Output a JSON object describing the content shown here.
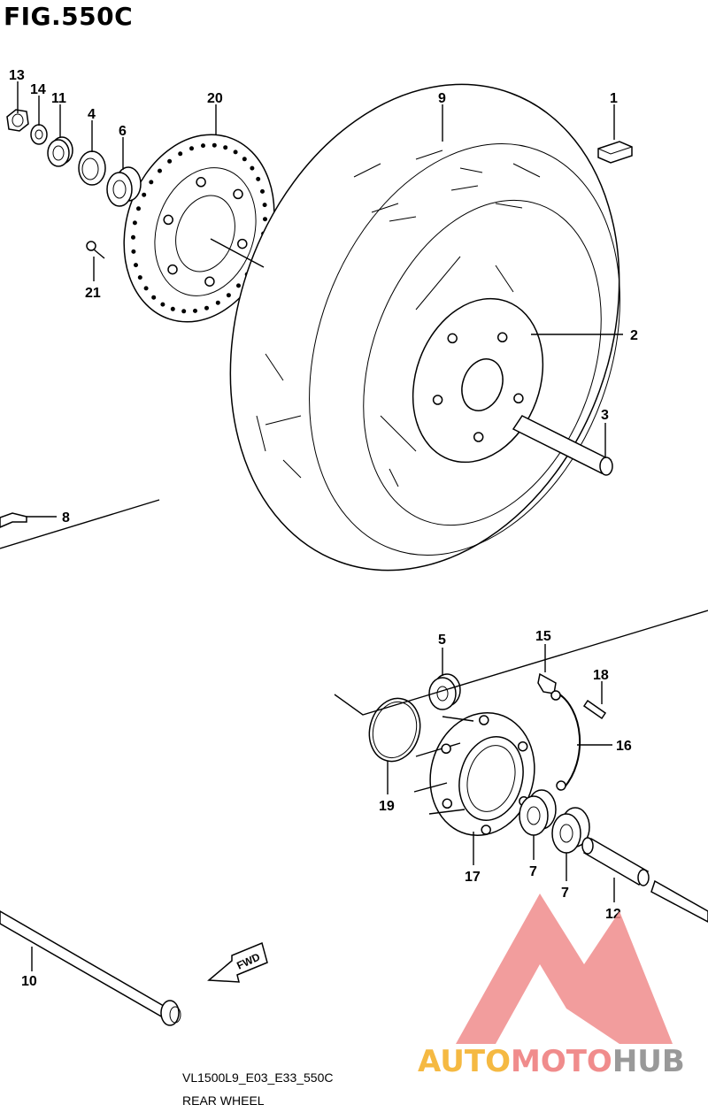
{
  "figure": {
    "title": "FIG.550C",
    "model_code": "VL1500L9_E03_E33_550C",
    "subtitle": "REAR WHEEL"
  },
  "fwd_label": "FWD",
  "callouts": [
    {
      "id": "c13",
      "label": "13"
    },
    {
      "id": "c14",
      "label": "14"
    },
    {
      "id": "c11",
      "label": "11"
    },
    {
      "id": "c4",
      "label": "4"
    },
    {
      "id": "c6",
      "label": "6"
    },
    {
      "id": "c20",
      "label": "20"
    },
    {
      "id": "c9",
      "label": "9"
    },
    {
      "id": "c1",
      "label": "1"
    },
    {
      "id": "c21",
      "label": "21"
    },
    {
      "id": "c2",
      "label": "2"
    },
    {
      "id": "c3",
      "label": "3"
    },
    {
      "id": "c8",
      "label": "8"
    },
    {
      "id": "c5",
      "label": "5"
    },
    {
      "id": "c15",
      "label": "15"
    },
    {
      "id": "c18",
      "label": "18"
    },
    {
      "id": "c16",
      "label": "16"
    },
    {
      "id": "c19",
      "label": "19"
    },
    {
      "id": "c17",
      "label": "17"
    },
    {
      "id": "c7a",
      "label": "7"
    },
    {
      "id": "c7b",
      "label": "7"
    },
    {
      "id": "c12",
      "label": "12"
    },
    {
      "id": "c10",
      "label": "10"
    }
  ],
  "watermark": {
    "part1": "AUTO",
    "part2": "MOTO",
    "part3": "HUB",
    "color1": "#f5b942",
    "color2": "#f08c8c",
    "color3": "#999999"
  },
  "colors": {
    "logo_red": "#f08c8c"
  }
}
